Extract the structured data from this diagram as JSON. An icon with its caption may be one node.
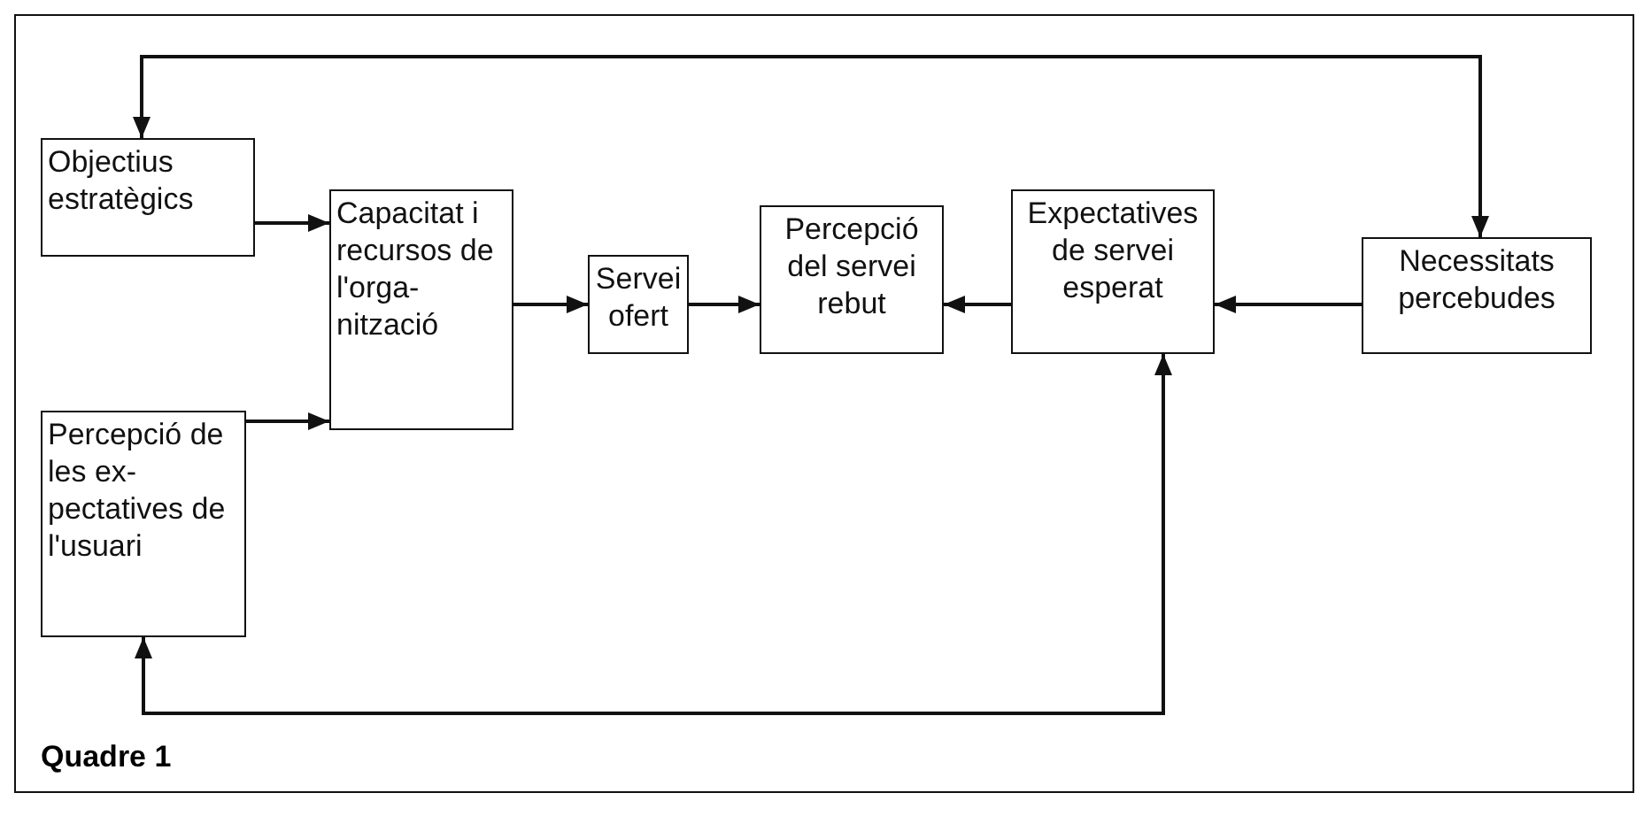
{
  "diagram": {
    "caption": "Quadre 1",
    "nodes": [
      {
        "text": [
          "Objectius estratègics"
        ]
      },
      {
        "text": [
          "Capacitat i recursos de l'orga-nització"
        ]
      },
      {
        "text": [
          "Servei ofert"
        ]
      },
      {
        "text": [
          "Percepció del servei rebut"
        ]
      },
      {
        "text": [
          "Expectatives de servei esperat"
        ]
      },
      {
        "text": [
          "Necessitats percebudes"
        ]
      },
      {
        "text": [
          "Percepció de les ex-pectatives de l'usuari"
        ]
      }
    ],
    "edges": [
      {
        "from": 0,
        "to": 1,
        "arrow": "to"
      },
      {
        "from": 6,
        "to": 1,
        "arrow": "to"
      },
      {
        "from": 1,
        "to": 2,
        "arrow": "to"
      },
      {
        "from": 2,
        "to": 3,
        "arrow": "to"
      },
      {
        "from": 4,
        "to": 3,
        "arrow": "to"
      },
      {
        "from": 5,
        "to": 4,
        "arrow": "to"
      },
      {
        "from": 0,
        "to": 5,
        "arrow": "both"
      },
      {
        "from": 6,
        "to": 4,
        "arrow": "both"
      }
    ]
  }
}
